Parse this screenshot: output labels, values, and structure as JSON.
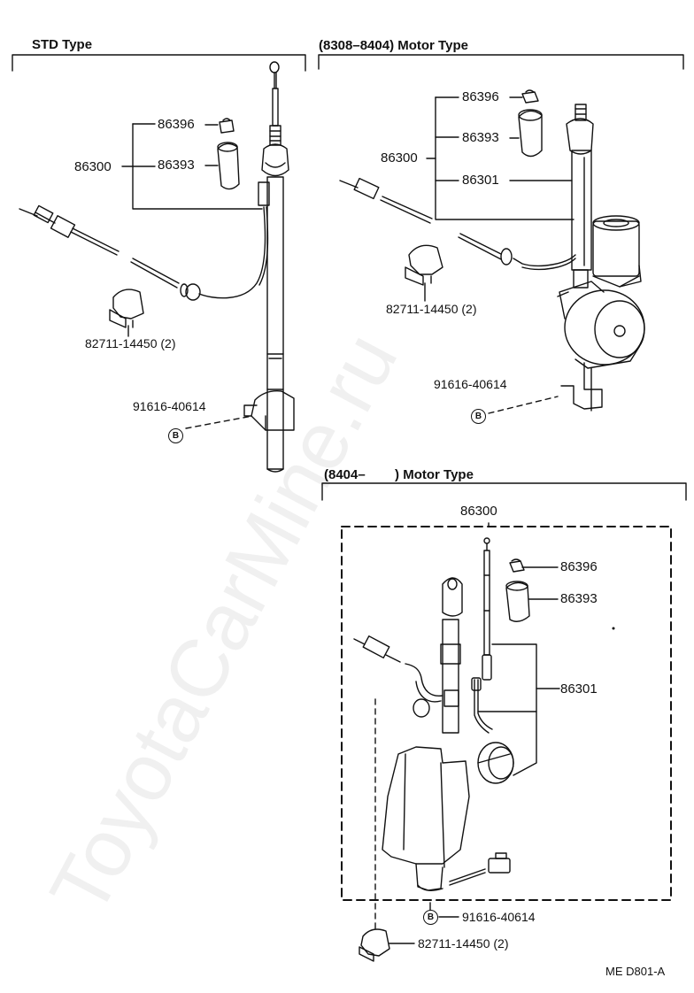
{
  "sections": {
    "std": {
      "title": "STD Type"
    },
    "motor_8308": {
      "title": "(8308–8404) Motor Type"
    },
    "motor_8404": {
      "title": "(8404–        ) Motor Type"
    }
  },
  "labels": {
    "std_86396": "86396",
    "std_86300": "86300",
    "std_86393": "86393",
    "std_clamp": "82711-14450 (2)",
    "std_bolt": "91616-40614",
    "m1_86396": "86396",
    "m1_86393": "86393",
    "m1_86300": "86300",
    "m1_86301": "86301",
    "m1_clamp": "82711-14450 (2)",
    "m1_bolt": "91616-40614",
    "m2_86300": "86300",
    "m2_86396": "86396",
    "m2_86393": "86393",
    "m2_86301": "86301",
    "m2_bolt": "91616-40614",
    "m2_clamp": "82711-14450 (2)"
  },
  "bolt_symbol": "B",
  "figure_code": "ME D801-A",
  "watermark": "ToyotaCarMine.ru"
}
